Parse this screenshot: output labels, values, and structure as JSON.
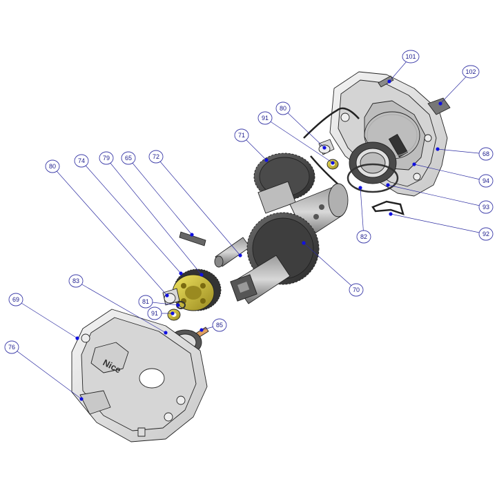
{
  "labels": [
    {
      "id": "101",
      "text": "101"
    },
    {
      "id": "102",
      "text": "102"
    },
    {
      "id": "80a",
      "text": "80"
    },
    {
      "id": "91a",
      "text": "91"
    },
    {
      "id": "68",
      "text": "68"
    },
    {
      "id": "94",
      "text": "94"
    },
    {
      "id": "71",
      "text": "71"
    },
    {
      "id": "93",
      "text": "93"
    },
    {
      "id": "92",
      "text": "92"
    },
    {
      "id": "82",
      "text": "82"
    },
    {
      "id": "80b",
      "text": "80"
    },
    {
      "id": "74",
      "text": "74"
    },
    {
      "id": "79",
      "text": "79"
    },
    {
      "id": "65",
      "text": "65"
    },
    {
      "id": "72",
      "text": "72"
    },
    {
      "id": "70",
      "text": "70"
    },
    {
      "id": "83",
      "text": "83"
    },
    {
      "id": "81",
      "text": "81"
    },
    {
      "id": "91b",
      "text": "91"
    },
    {
      "id": "85",
      "text": "85"
    },
    {
      "id": "69",
      "text": "69"
    },
    {
      "id": "76",
      "text": "76"
    }
  ],
  "housing_logo": "Nice",
  "colors": {
    "label_blue": "#1a1a8c",
    "leader_blue": "#2a2aa0",
    "tip_blue": "#1010e0",
    "housing_grey": "#e6e6e6",
    "gear_dark": "#3a3a3a",
    "gear_yellow": "#d8cc3a",
    "pin_orange": "#e0a060"
  }
}
